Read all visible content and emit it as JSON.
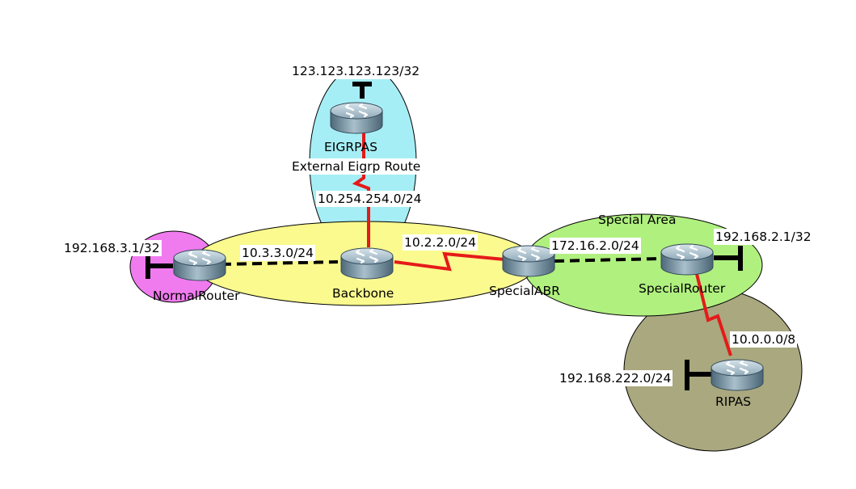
{
  "diagram": {
    "areas": {
      "eigrp": {
        "fill": "#a6eef5"
      },
      "normal": {
        "fill": "#f07bef"
      },
      "backbone": {
        "fill": "#fafa8e"
      },
      "special": {
        "fill": "#b0f07f",
        "label": "Special Area"
      },
      "rip": {
        "fill": "#a9a87f"
      }
    },
    "devices": {
      "eigrpas": {
        "name": "EIGRPAS",
        "type": "router-icon"
      },
      "normal_router": {
        "name": "NormalRouter",
        "type": "router-icon"
      },
      "backbone": {
        "name": "Backbone",
        "type": "router-icon"
      },
      "special_abr": {
        "name": "SpecialABR",
        "type": "router-icon"
      },
      "special_router": {
        "name": "SpecialRouter",
        "type": "router-icon"
      },
      "ripas": {
        "name": "RIPAS",
        "type": "router-icon"
      }
    },
    "networks": {
      "eigrp_loopback": "123.123.123.123/32",
      "external_route": "External Eigrp Route",
      "eigrp_link": "10.254.254.0/24",
      "normal_loopback": "192.168.3.1/32",
      "normal_link": "10.3.3.0/24",
      "backbone_abr_link": "10.2.2.0/24",
      "special_link": "172.16.2.0/24",
      "special_loopback": "192.168.2.1/32",
      "rip_link": "10.0.0.0/8",
      "rip_loopback": "192.168.222.0/24"
    },
    "link_colors": {
      "serial": "#e51a1a",
      "ethernet": "#000000"
    }
  }
}
